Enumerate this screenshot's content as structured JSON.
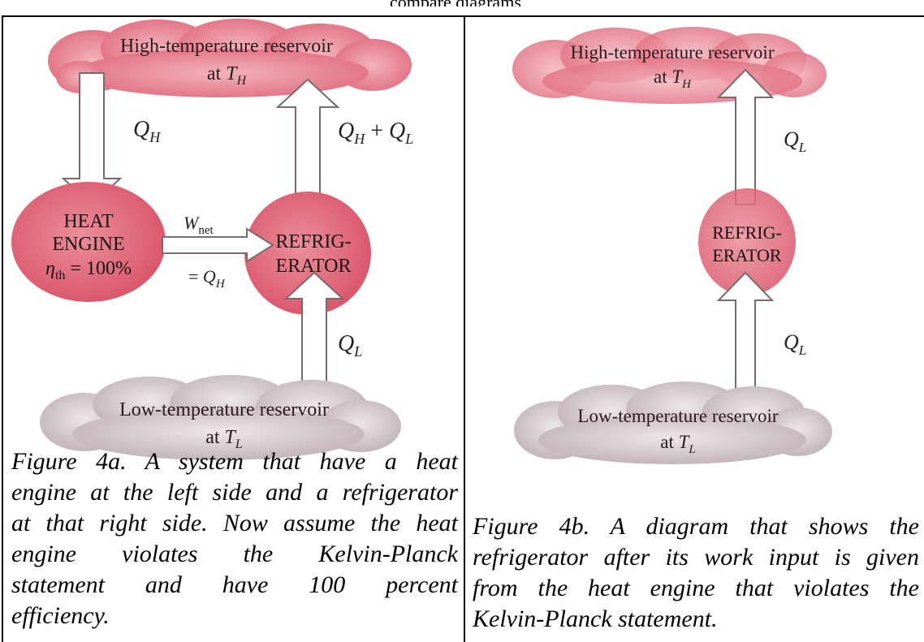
{
  "top_cut_text": "compare diagrams",
  "figure_a": {
    "high_reservoir": {
      "line1": "High-temperature reservoir",
      "line2_prefix": "at ",
      "line2_var": "T",
      "line2_sub": "H"
    },
    "low_reservoir": {
      "line1": "Low-temperature reservoir",
      "line2_prefix": "at ",
      "line2_var": "T",
      "line2_sub": "L"
    },
    "heat_engine": {
      "line1": "HEAT",
      "line2": "ENGINE",
      "eff_var": "η",
      "eff_sub": "th",
      "eff_val": " = 100%"
    },
    "refrigerator": {
      "line1": "REFRIG-",
      "line2": "ERATOR"
    },
    "qh_label": {
      "var": "Q",
      "sub": "H"
    },
    "qhql_label": {
      "var1": "Q",
      "sub1": "H",
      "plus": " + ",
      "var2": "Q",
      "sub2": "L"
    },
    "ql_label": {
      "var": "Q",
      "sub": "L"
    },
    "wnet_label": {
      "var": "W",
      "sub": "net"
    },
    "eq_qh_label": {
      "prefix": "= ",
      "var": "Q",
      "sub": "H"
    },
    "caption": [
      "Figure 4a. A system that have a heat",
      "engine at the left side and a refrigerator",
      "at that right side. Now assume the heat",
      "engine violates the Kelvin-Planck",
      "statement and have 100 percent",
      "efficiency."
    ]
  },
  "figure_b": {
    "high_reservoir": {
      "line1": "High-temperature reservoir",
      "line2_prefix": "at ",
      "line2_var": "T",
      "line2_sub": "H"
    },
    "low_reservoir": {
      "line1": "Low-temperature reservoir",
      "line2_prefix": "at ",
      "line2_var": "T",
      "line2_sub": "L"
    },
    "refrigerator": {
      "line1": "REFRIG-",
      "line2": "ERATOR"
    },
    "ql_top_label": {
      "var": "Q",
      "sub": "L"
    },
    "ql_bottom_label": {
      "var": "Q",
      "sub": "L"
    },
    "caption": [
      "Figure 4b. A diagram that shows the",
      "refrigerator after its work input is given",
      "from the heat engine that violates the",
      "Kelvin-Planck statement."
    ]
  },
  "colors": {
    "hot_reservoir": "#e57c8c",
    "cold_reservoir": "#c9bcc2",
    "device": "#e0677a",
    "arrow_stroke": "#7a6a6a"
  }
}
